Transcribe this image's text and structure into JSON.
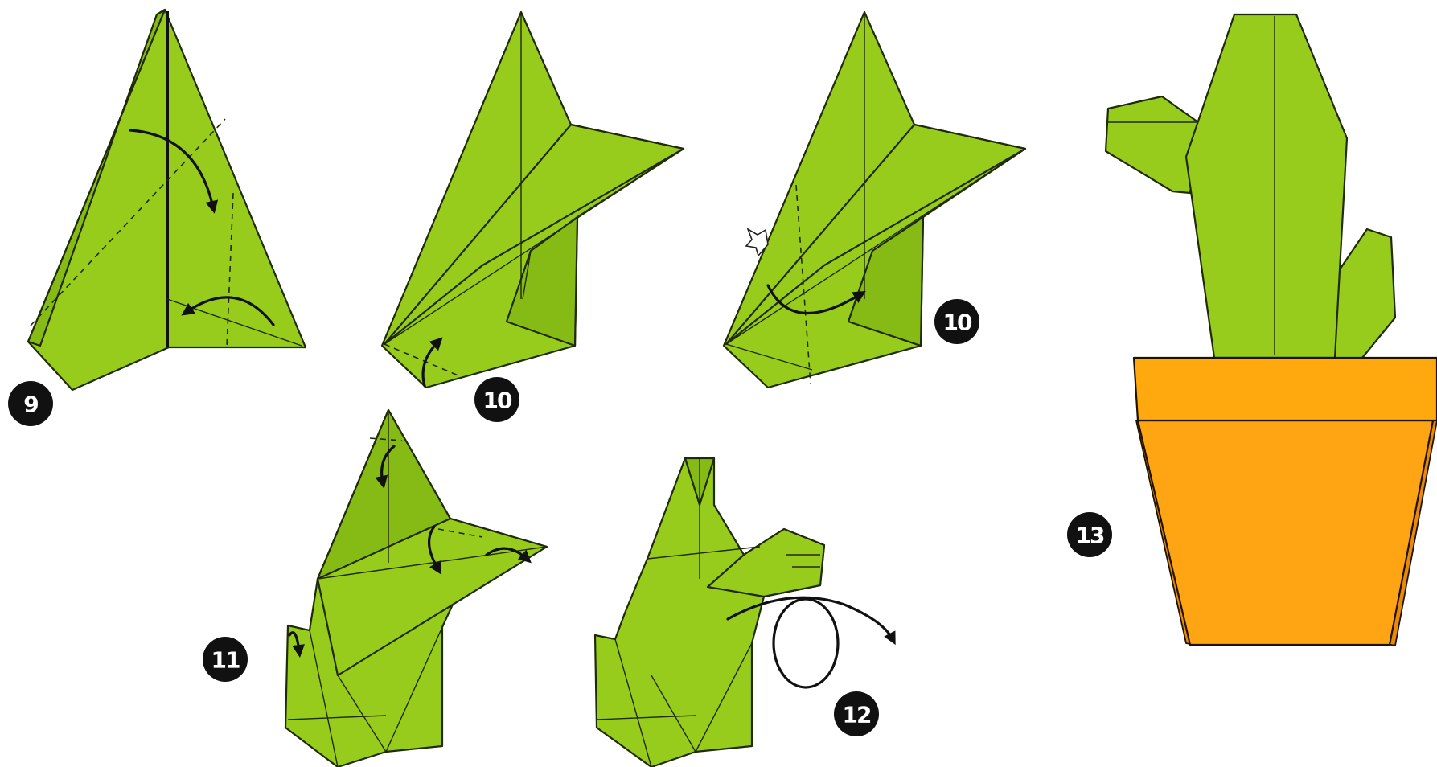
{
  "steps": [
    {
      "number": "9"
    },
    {
      "number": "10"
    },
    {
      "number": "10"
    },
    {
      "number": "11"
    },
    {
      "number": "12"
    },
    {
      "number": "13"
    }
  ],
  "colors": {
    "paper_green": "#97cc1c",
    "pot_orange": "#ffa412",
    "outline": "#1f2a08",
    "badge": "#111111"
  }
}
